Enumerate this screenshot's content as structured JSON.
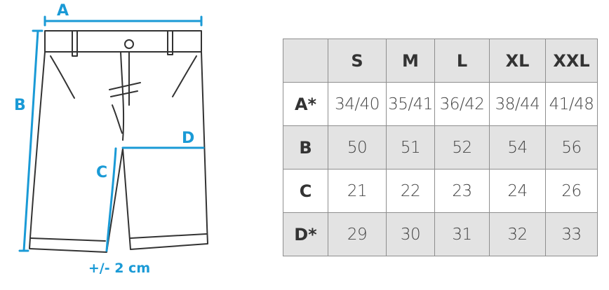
{
  "diagram": {
    "labels": {
      "a": "A",
      "b": "B",
      "c": "C",
      "d": "D"
    },
    "tolerance": "+/- 2 cm",
    "accent_color": "#1a9ad6"
  },
  "table": {
    "sizes": [
      "S",
      "M",
      "L",
      "XL",
      "XXL"
    ],
    "rows": [
      {
        "label": "A*",
        "values": [
          "34/40",
          "35/41",
          "36/42",
          "38/44",
          "41/48"
        ]
      },
      {
        "label": "B",
        "values": [
          "50",
          "51",
          "52",
          "54",
          "56"
        ]
      },
      {
        "label": "C",
        "values": [
          "21",
          "22",
          "23",
          "24",
          "26"
        ]
      },
      {
        "label": "D*",
        "values": [
          "29",
          "30",
          "31",
          "32",
          "33"
        ]
      }
    ]
  }
}
